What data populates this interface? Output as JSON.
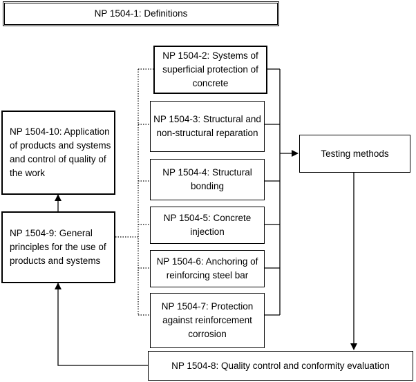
{
  "title": "NP 1504-1: Definitions",
  "boxes": {
    "np2": "NP 1504-2: Systems of superficial protection of concrete",
    "np3": "NP 1504-3: Structural and non-structural reparation",
    "np4": "NP 1504-4: Structural bonding",
    "np5": "NP 1504-5: Concrete injection",
    "np6": "NP 1504-6: Anchoring of reinforcing steel bar",
    "np7": "NP 1504-7: Protection against reinforcement corrosion",
    "np10": "NP 1504-10: Application of products and systems and control of quality of the work",
    "np9": "NP 1504-9: General principles for the use of products and systems",
    "testing": "Testing methods",
    "np8": "NP 1504-8: Quality control and conformity evaluation"
  }
}
